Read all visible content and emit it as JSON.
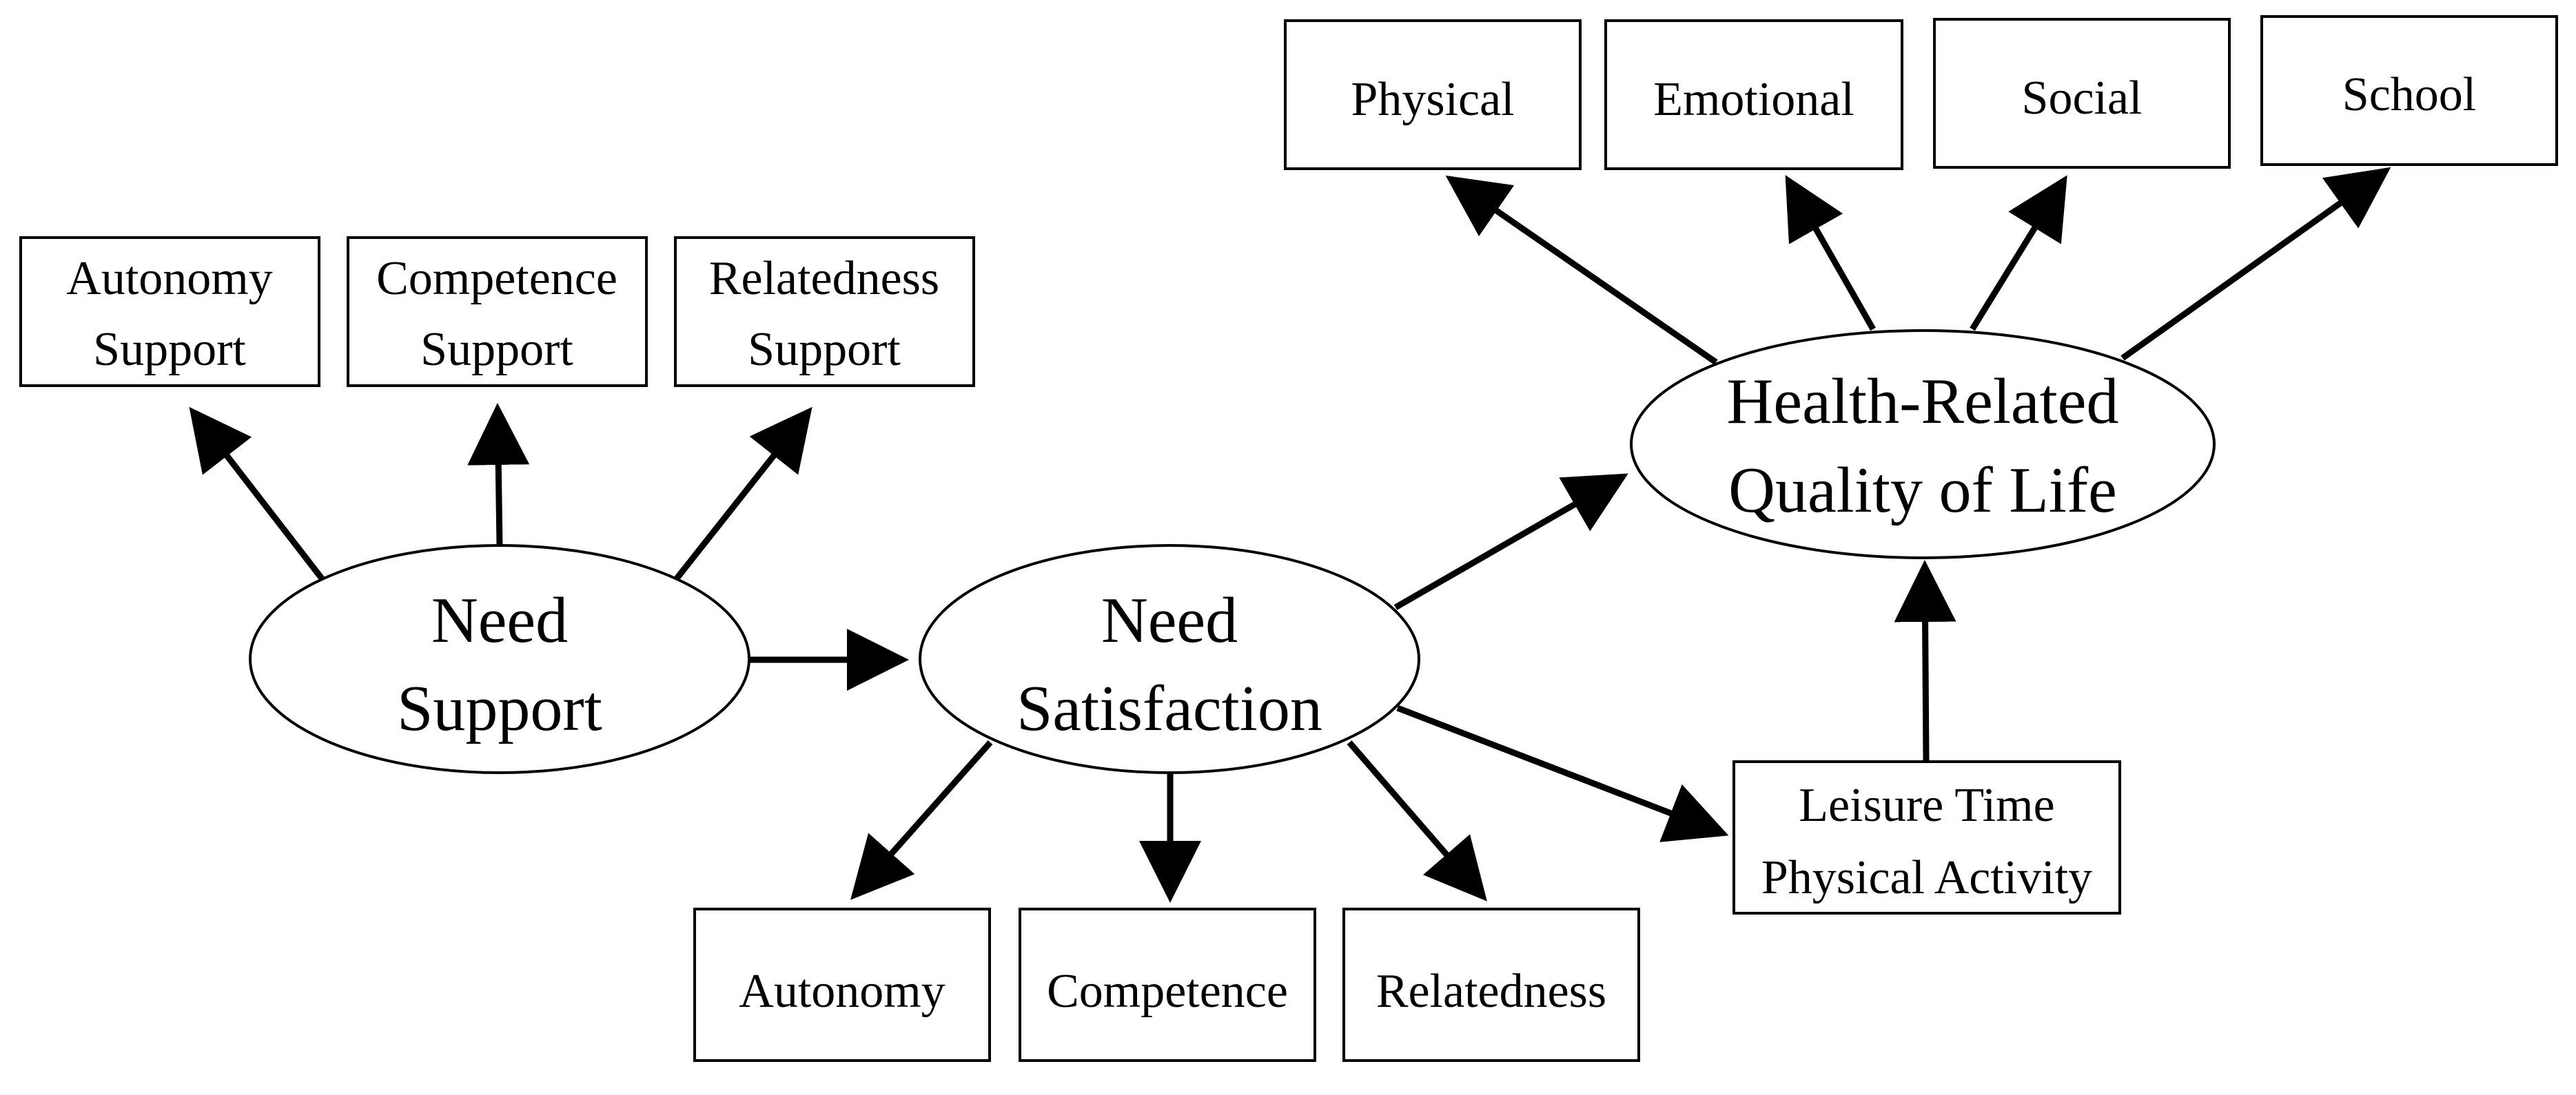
{
  "latent": {
    "need_support": [
      "Need",
      "Support"
    ],
    "need_satisfaction": [
      "Need",
      "Satisfaction"
    ],
    "hrqol": [
      "Health-Related",
      "Quality of Life"
    ]
  },
  "indicators": {
    "autonomy_support": [
      "Autonomy",
      "Support"
    ],
    "competence_support": [
      "Competence",
      "Support"
    ],
    "relatedness_support": [
      "Relatedness",
      "Support"
    ],
    "autonomy": "Autonomy",
    "competence": "Competence",
    "relatedness": "Relatedness",
    "physical": "Physical",
    "emotional": "Emotional",
    "social": "Social",
    "school": "School",
    "leisure_time_pa": [
      "Leisure Time",
      "Physical Activity"
    ]
  },
  "colors": {
    "stroke": "#000000",
    "fill": "#ffffff",
    "text": "#000000"
  }
}
